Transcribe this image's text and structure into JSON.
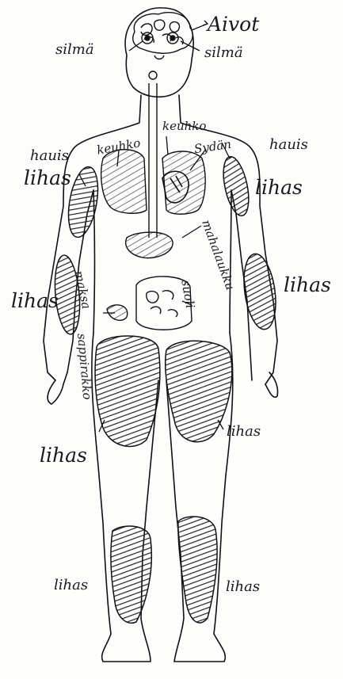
{
  "labels": {
    "aivot": "Aivot",
    "silma_left": "silmä",
    "silma_right": "silmä",
    "keuhko_left": "keuhko",
    "keuhko_top": "keuhko",
    "sydan": "Sydän",
    "hauis_left": "hauis",
    "hauis_right": "hauis",
    "lihas_upper_left": "lihas",
    "lihas_upper_right": "lihas",
    "lihas_forearm_left": "lihas",
    "lihas_forearm_right": "lihas",
    "mahalaukku": "mahalaukku",
    "maksa": "maksa",
    "suoli": "suoli",
    "sappirakko": "sappirakko",
    "lihas_thigh_left": "lihas",
    "lihas_thigh_right": "lihas",
    "lihas_calf_left": "lihas",
    "lihas_calf_right": "lihas"
  }
}
